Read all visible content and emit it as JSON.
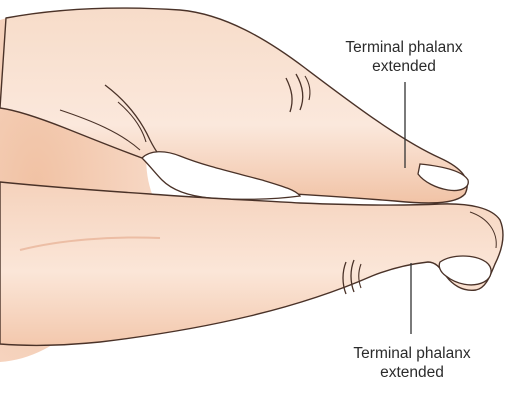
{
  "annotations": {
    "upper": {
      "line1": "Terminal phalanx",
      "line2": "extended"
    },
    "lower": {
      "line1": "Terminal phalanx",
      "line2": "extended"
    }
  },
  "colors": {
    "skin_light": "#fbe4d3",
    "skin_mid": "#f3c8ad",
    "skin_shadow": "#e7a889",
    "outline": "#4a3228",
    "leader_line": "#333333",
    "background": "#ffffff"
  }
}
